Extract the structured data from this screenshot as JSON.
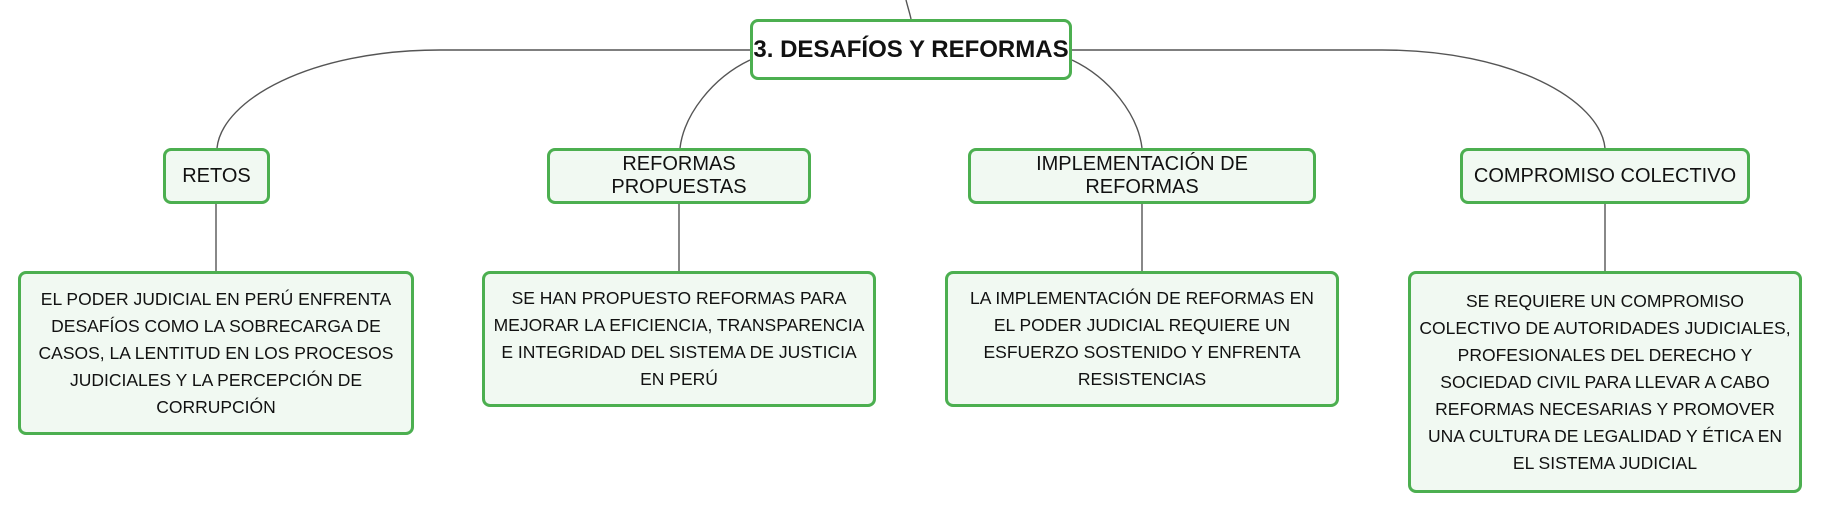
{
  "root": {
    "label": "3. DESAFÍOS Y REFORMAS"
  },
  "branches": [
    {
      "label": "RETOS",
      "detail": "EL PODER JUDICIAL EN PERÚ ENFRENTA DESAFÍOS COMO LA SOBRECARGA DE CASOS, LA LENTITUD EN LOS PROCESOS JUDICIALES Y LA PERCEPCIÓN DE CORRUPCIÓN"
    },
    {
      "label": "REFORMAS PROPUESTAS",
      "detail": "SE HAN PROPUESTO REFORMAS PARA MEJORAR LA EFICIENCIA, TRANSPARENCIA E INTEGRIDAD DEL SISTEMA DE JUSTICIA EN PERÚ"
    },
    {
      "label": "IMPLEMENTACIÓN DE REFORMAS",
      "detail": "LA IMPLEMENTACIÓN DE REFORMAS EN EL PODER JUDICIAL REQUIERE UN ESFUERZO SOSTENIDO Y ENFRENTA RESISTENCIAS"
    },
    {
      "label": "COMPROMISO COLECTIVO",
      "detail": "SE REQUIERE UN COMPROMISO COLECTIVO DE AUTORIDADES JUDICIALES, PROFESIONALES DEL DERECHO Y SOCIEDAD CIVIL PARA LLEVAR A CABO REFORMAS NECESARIAS Y PROMOVER UNA CULTURA DE LEGALIDAD Y ÉTICA EN EL SISTEMA JUDICIAL"
    }
  ],
  "colors": {
    "border": "#4caf50",
    "node_fill": "#f1f9f2",
    "connector": "#555555"
  }
}
